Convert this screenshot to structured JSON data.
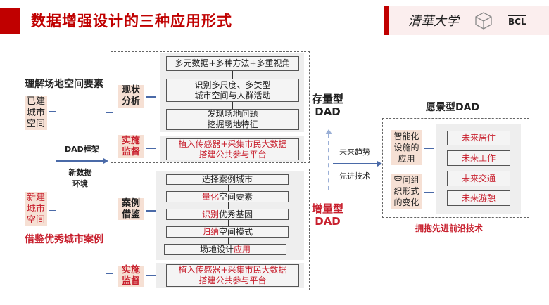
{
  "header": {
    "title": "数据增强设计的三种应用形式",
    "logos": [
      "清華大学",
      "BCL"
    ]
  },
  "left": {
    "heading": "理解场地空间要素",
    "existing": "已建城市空间",
    "new": "新建城市空间",
    "footer": "借鉴优秀城市案例",
    "arrow_top": "DAD框架",
    "arrow_bottom": "新数据环境"
  },
  "upper": {
    "label1": "现状分析",
    "label2": "实施监督",
    "steps": [
      "多元数据+多种方法+多重视角",
      "识别多尺度、多类型",
      "城市空间与人群活动",
      "发现场地问题",
      "挖掘场地特征"
    ],
    "monitor": [
      "植入传感器+采集市民大数据",
      "搭建公共参与平台"
    ]
  },
  "lower": {
    "label1": "案例借鉴",
    "label2": "实施监督",
    "steps": [
      {
        "red": "",
        "black": "选择案例城市"
      },
      {
        "red": "量化",
        "black": "空间要素"
      },
      {
        "red": "识别",
        "black": "优秀基因"
      },
      {
        "red": "归纳",
        "black": "空间模式"
      },
      {
        "black": "场地设计",
        "red": "应用"
      }
    ],
    "monitor": [
      "植入传感器+采集市民大数据",
      "搭建公共参与平台"
    ]
  },
  "middle": {
    "stock": [
      "存量型",
      "DAD"
    ],
    "increment": [
      "增量型",
      "DAD"
    ],
    "trend": "未来趋势",
    "tech": "先进技术"
  },
  "vision": {
    "title": "愿景型DAD",
    "label1": "智能化设施的应用",
    "label2": "空间组织形式的变化",
    "items": [
      "未来居住",
      "未来工作",
      "未来交通",
      "未来游憩"
    ],
    "footer": "拥抱先进前沿技术"
  }
}
